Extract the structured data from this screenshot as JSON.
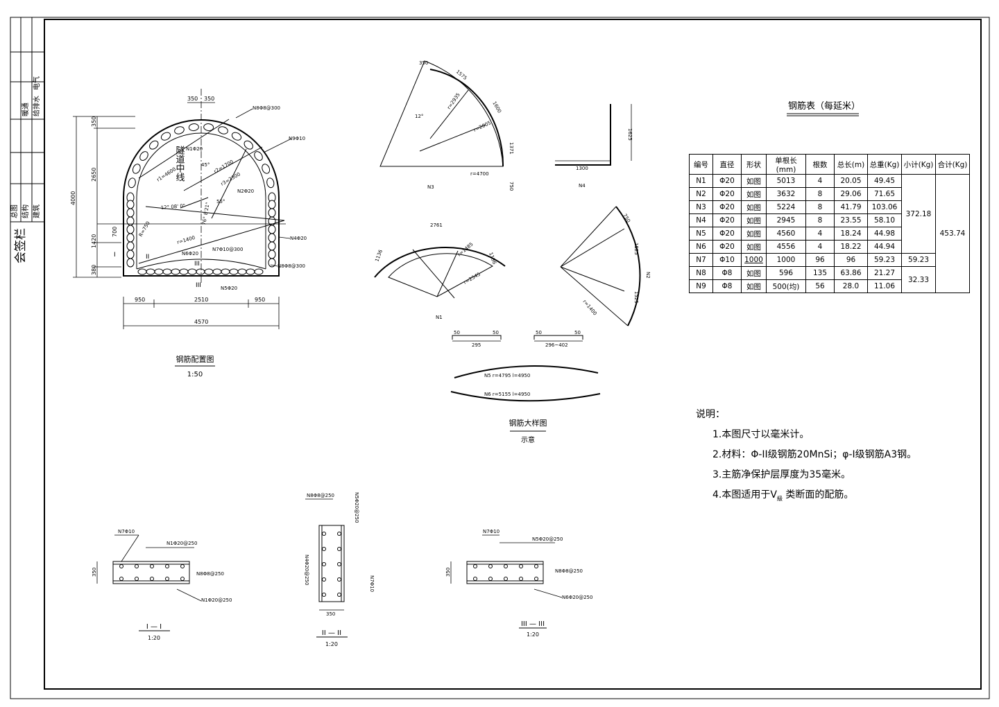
{
  "sidebar": {
    "vertical_text": "会签栏",
    "cells_top": [
      "给排水",
      "电气",
      "暖通"
    ],
    "cells_mid": [
      "建筑",
      "结构",
      "总图"
    ]
  },
  "main_drawing": {
    "title": "钢筋配置图",
    "scale": "1:50",
    "center_label": "隧道中线",
    "dims_left": [
      "350",
      "2650",
      "4000",
      "1420",
      "700",
      "380"
    ],
    "dims_bottom_1": [
      "950",
      "2510",
      "950"
    ],
    "dims_bottom_2": "4570",
    "dims_top": [
      "350",
      "350"
    ],
    "labels": {
      "n8_top": "N8Φ8@300",
      "n9": "N9Φ10",
      "n1": "N1Φ20",
      "n2": "N2Φ20",
      "n4": "N4Φ20",
      "n8_right": "N8Φ8@300",
      "n6": "N6Φ20",
      "n7": "N7Φ10@300",
      "n5": "N5Φ20",
      "r1": "r1=4600",
      "r2": "r2=1700",
      "r3": "r3=2300",
      "r4": "r=1400",
      "r5": "R=750",
      "ang1": "12° 08' 0\"",
      "ang2": "76° 8'21\"",
      "ang3": "45°",
      "ang4": "55°",
      "sec1": "I",
      "sec2": "II",
      "sec3": "III"
    }
  },
  "detail_drawing": {
    "title": "钢筋大样图",
    "subtitle": "示意",
    "n3_dims": [
      "350",
      "1575",
      "1600",
      "1371",
      "750",
      "r=4700",
      "r=2935",
      "r=2005",
      "12°",
      "N3"
    ],
    "n4_dims": [
      "1300",
      "1625",
      "N4"
    ],
    "n1_dims": [
      "2761",
      "1136",
      "1136",
      "r=1485",
      "r=2545",
      "N1"
    ],
    "n2_dims": [
      "750",
      "1525",
      "1525",
      "r=1400",
      "N2"
    ],
    "n5_dims": [
      "50",
      "295",
      "50"
    ],
    "n6_dims": [
      "50",
      "296~402",
      "50"
    ],
    "arc1": "N5  r=4795  l=4950",
    "arc2": "N6  r=5155  l=4950"
  },
  "rebar_table": {
    "title": "钢筋表（每延米）",
    "headers": [
      "编号",
      "直径",
      "形状",
      "单根长(mm)",
      "根数",
      "总长(m)",
      "总重(Kg)",
      "小计(Kg)",
      "合计(Kg)"
    ],
    "rows": [
      [
        "N1",
        "Φ20",
        "如图",
        "5013",
        "4",
        "20.05",
        "49.45"
      ],
      [
        "N2",
        "Φ20",
        "如图",
        "3632",
        "8",
        "29.06",
        "71.65"
      ],
      [
        "N3",
        "Φ20",
        "如图",
        "5224",
        "8",
        "41.79",
        "103.06"
      ],
      [
        "N4",
        "Φ20",
        "如图",
        "2945",
        "8",
        "23.55",
        "58.10"
      ],
      [
        "N5",
        "Φ20",
        "如图",
        "4560",
        "4",
        "18.24",
        "44.98"
      ],
      [
        "N6",
        "Φ20",
        "如图",
        "4556",
        "4",
        "18.22",
        "44.94"
      ],
      [
        "N7",
        "Φ10",
        "1000",
        "1000",
        "96",
        "96",
        "59.23"
      ],
      [
        "N8",
        "Φ8",
        "如图",
        "596",
        "135",
        "63.86",
        "21.27"
      ],
      [
        "N9",
        "Φ8",
        "如图",
        "500(均)",
        "56",
        "28.0",
        "11.06"
      ]
    ],
    "subtotal_a": "372.18",
    "subtotal_b": "59.23",
    "subtotal_c": "32.33",
    "total": "453.74"
  },
  "notes": {
    "title": "说明：",
    "items": [
      "1.本图尺寸以毫米计。",
      "2.材料：Φ-II级钢筋20MnSi；φ-I级钢筋A3钢。",
      "3.主筋净保护层厚度为35毫米。",
      "4.本图适用于V",
      " 类断面的配筋。"
    ],
    "sub": "級"
  },
  "sections": {
    "s1": {
      "title": "I — I",
      "scale": "1:20",
      "l1": "N7Φ10",
      "l2": "N1Φ20@250",
      "l3": "N8Φ8@250",
      "l4": "N1Φ20@250",
      "dim": "350"
    },
    "s2": {
      "title": "II — II",
      "scale": "1:20",
      "l1": "N8Φ8@250",
      "l2": "N5Φ20@250",
      "l3": "N4Φ20@250",
      "l4": "N7Φ10",
      "dim": "350"
    },
    "s3": {
      "title": "III — III",
      "scale": "1:20",
      "l1": "N7Φ10",
      "l2": "N5Φ20@250",
      "l3": "N8Φ8@250",
      "l4": "N6Φ20@250",
      "dim": "350"
    }
  }
}
